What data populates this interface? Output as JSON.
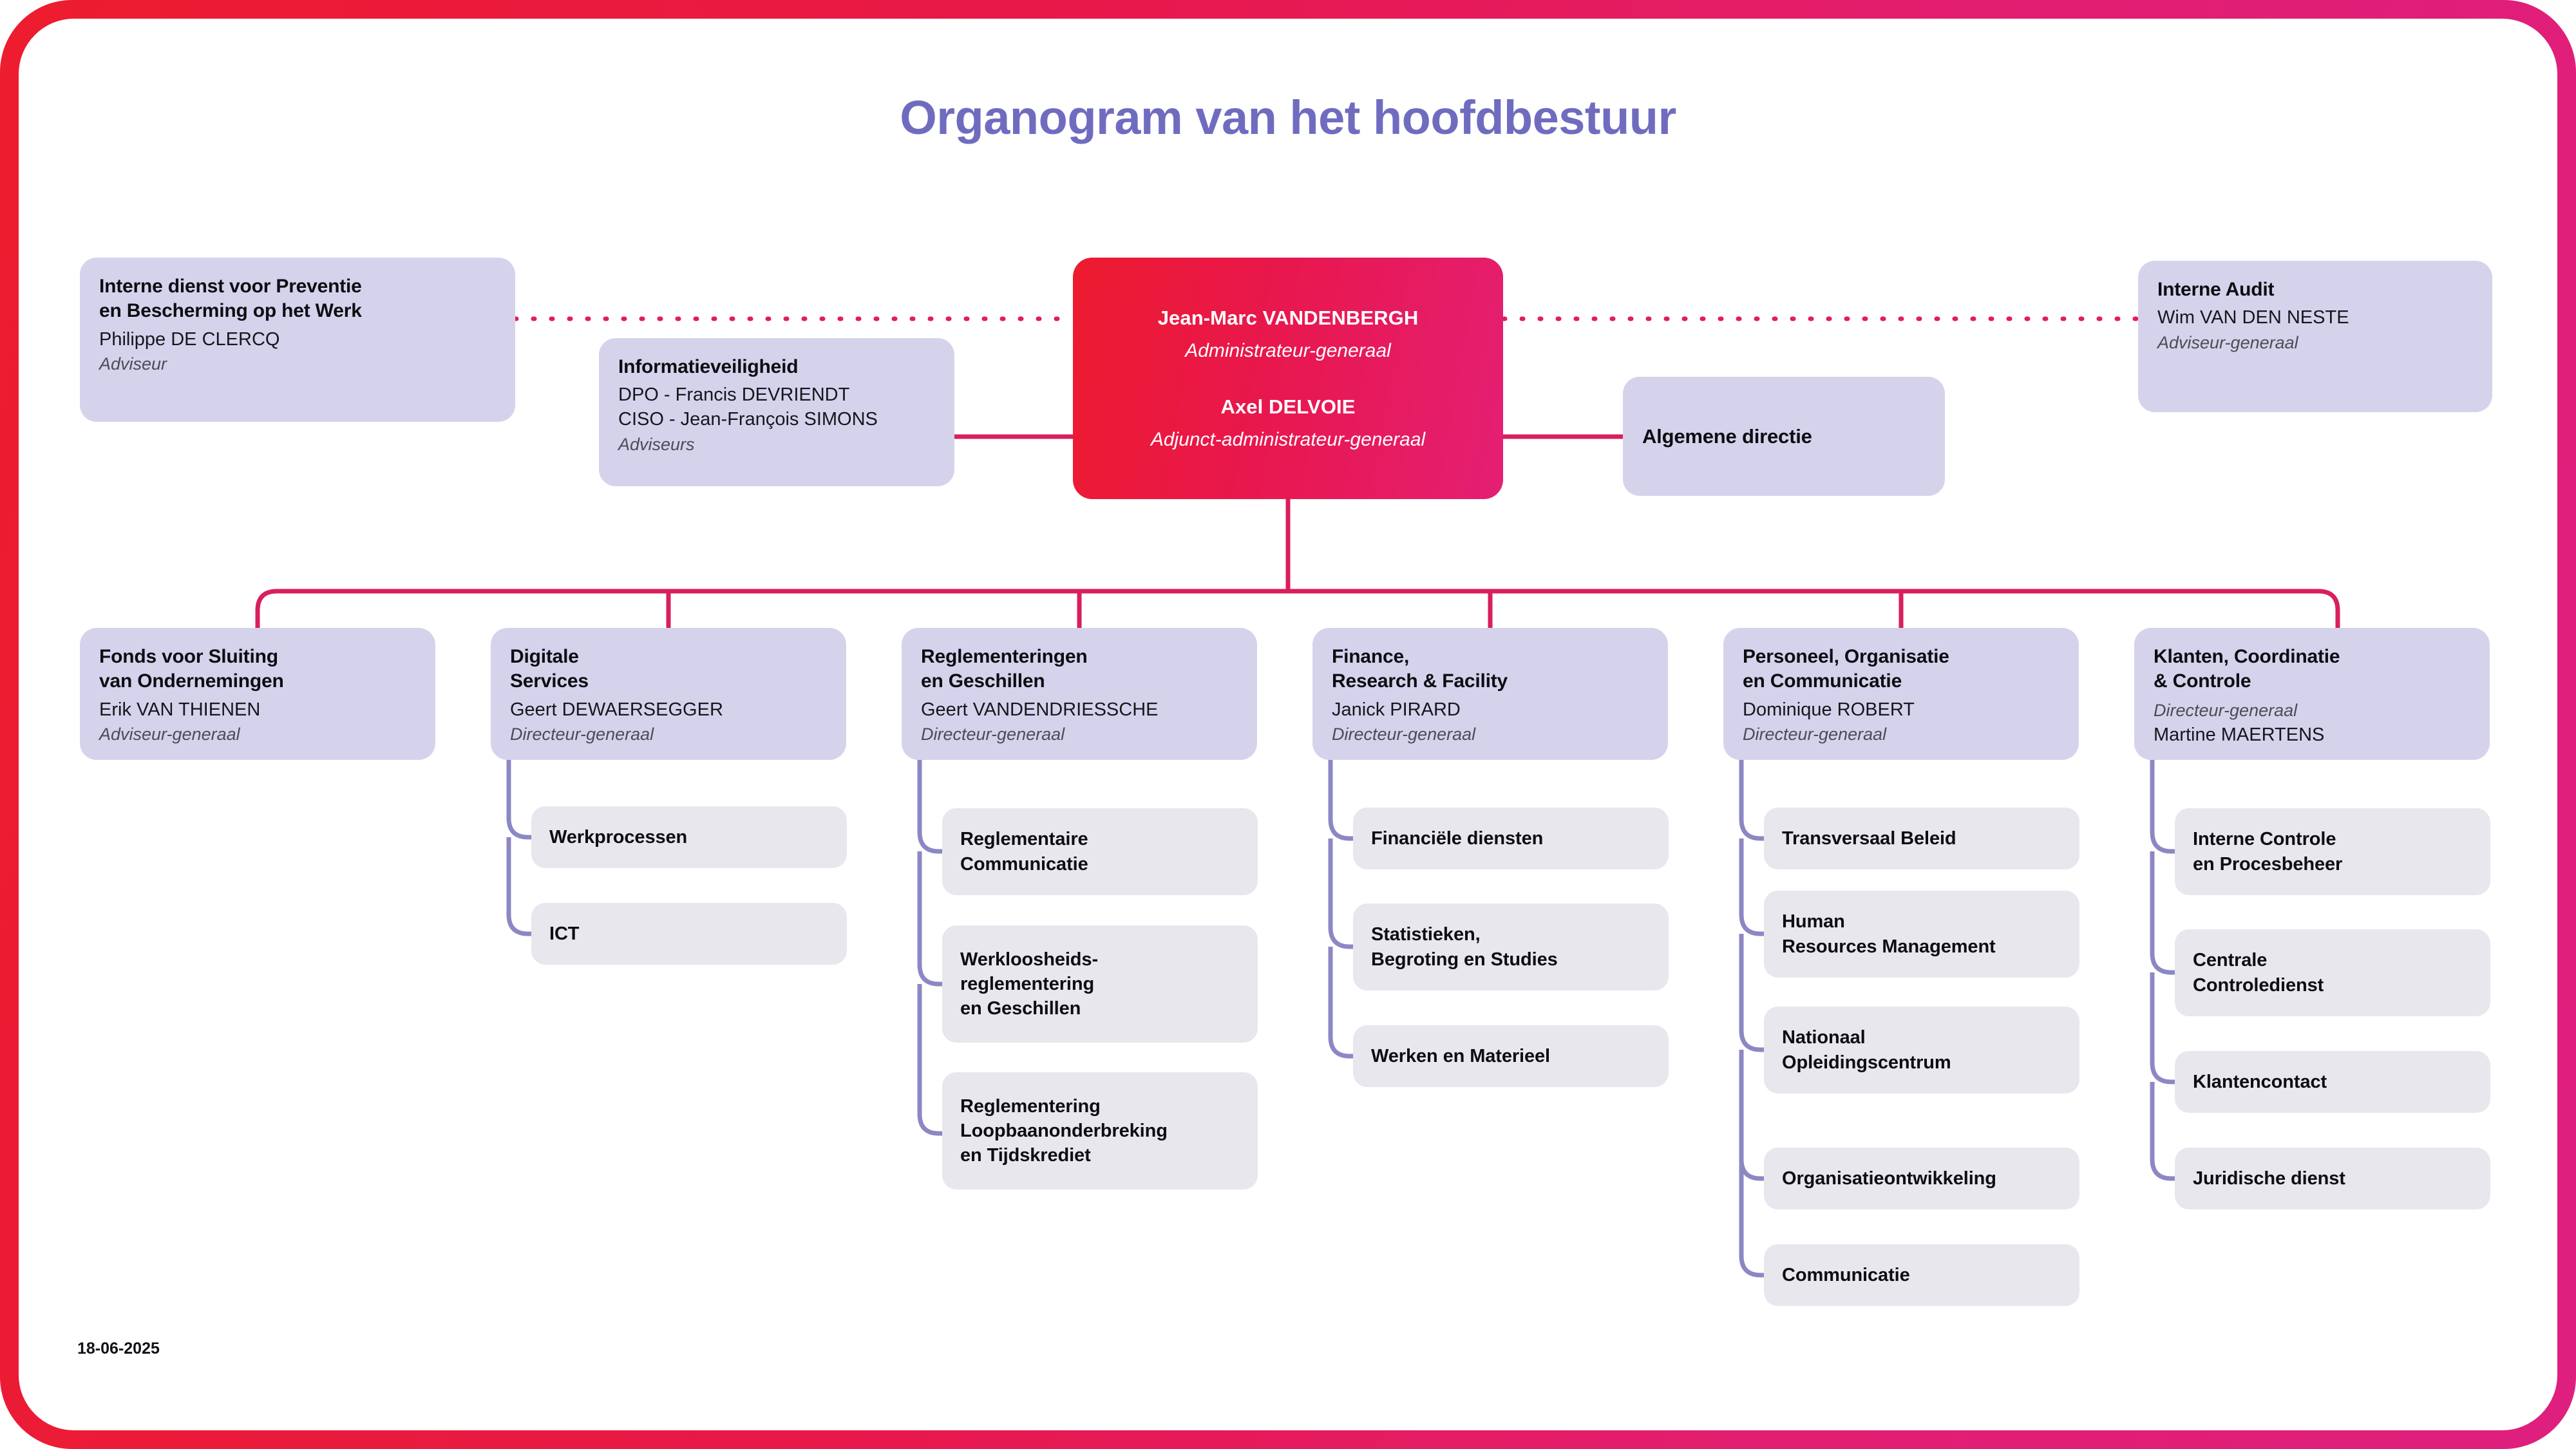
{
  "page": {
    "title": "Organogram van het hoofdbestuur",
    "date": "18-06-2025",
    "accent_red": "#ED1C2E",
    "accent_pink": "#E01E79",
    "title_color": "#6F6CC0",
    "node_fill": "#D5D3EC",
    "subnode_fill": "#E8E7ED",
    "connector_purple": "#8C87C4"
  },
  "center": {
    "leader_name": "Jean-Marc VANDENBERGH",
    "leader_role": "Administrateur-generaal",
    "deputy_name": "Axel DELVOIE",
    "deputy_role": "Adjunct-administrateur-generaal"
  },
  "staff": {
    "prevention": {
      "title": "Interne dienst voor Preventie\nen Bescherming op het Werk",
      "title_l1": "Interne dienst voor Preventie",
      "title_l2": "en Bescherming op het Werk",
      "name": "Philippe DE CLERCQ",
      "role": "Adviseur"
    },
    "infosec": {
      "title": "Informatieveiligheid",
      "name_l1": "DPO - Francis DEVRIENDT",
      "name_l2": "CISO - Jean-François SIMONS",
      "role": "Adviseurs"
    },
    "audit": {
      "title": "Interne Audit",
      "name": "Wim VAN DEN NESTE",
      "role": "Adviseur-generaal"
    },
    "direction": {
      "title": "Algemene directie"
    }
  },
  "departments": [
    {
      "title_l1": "Fonds voor Sluiting",
      "title_l2": "van Ondernemingen",
      "name": "Erik VAN THIENEN",
      "role": "Adviseur-generaal",
      "role_first": false,
      "children": []
    },
    {
      "title_l1": "Digitale",
      "title_l2": "Services",
      "name": "Geert DEWAERSEGGER",
      "role": "Directeur-generaal",
      "role_first": false,
      "children": [
        {
          "label_l1": "Werkprocessen",
          "label_l2": ""
        },
        {
          "label_l1": "ICT",
          "label_l2": ""
        }
      ]
    },
    {
      "title_l1": "Reglementeringen",
      "title_l2": "en Geschillen",
      "name": "Geert VANDENDRIESSCHE",
      "role": "Directeur-generaal",
      "role_first": false,
      "children": [
        {
          "label_l1": "Reglementaire",
          "label_l2": "Communicatie",
          "label_l3": ""
        },
        {
          "label_l1": "Werkloosheids-",
          "label_l2": "reglementering",
          "label_l3": "en Geschillen"
        },
        {
          "label_l1": "Reglementering",
          "label_l2": "Loopbaanonderbreking",
          "label_l3": "en Tijdskrediet"
        }
      ]
    },
    {
      "title_l1": "Finance,",
      "title_l2": "Research & Facility",
      "name": "Janick PIRARD",
      "role": "Directeur-generaal",
      "role_first": false,
      "children": [
        {
          "label_l1": "Financiële diensten",
          "label_l2": ""
        },
        {
          "label_l1": "Statistieken,",
          "label_l2": "Begroting en Studies"
        },
        {
          "label_l1": "Werken en Materieel",
          "label_l2": ""
        }
      ]
    },
    {
      "title_l1": "Personeel, Organisatie",
      "title_l2": "en Communicatie",
      "name": "Dominique ROBERT",
      "role": "Directeur-generaal",
      "role_first": false,
      "children": [
        {
          "label_l1": "Transversaal Beleid",
          "label_l2": ""
        },
        {
          "label_l1": "Human",
          "label_l2": "Resources Management"
        },
        {
          "label_l1": "Nationaal",
          "label_l2": "Opleidingscentrum"
        },
        {
          "label_l1": "Organisatieontwikkeling",
          "label_l2": ""
        },
        {
          "label_l1": "Communicatie",
          "label_l2": ""
        }
      ]
    },
    {
      "title_l1": "Klanten, Coordinatie",
      "title_l2": "& Controle",
      "name": "Martine MAERTENS",
      "role": "Directeur-generaal",
      "role_first": true,
      "children": [
        {
          "label_l1": "Interne Controle",
          "label_l2": "en Procesbeheer"
        },
        {
          "label_l1": "Centrale",
          "label_l2": "Controledienst"
        },
        {
          "label_l1": "Klantencontact",
          "label_l2": ""
        },
        {
          "label_l1": "Juridische dienst",
          "label_l2": ""
        }
      ]
    }
  ]
}
